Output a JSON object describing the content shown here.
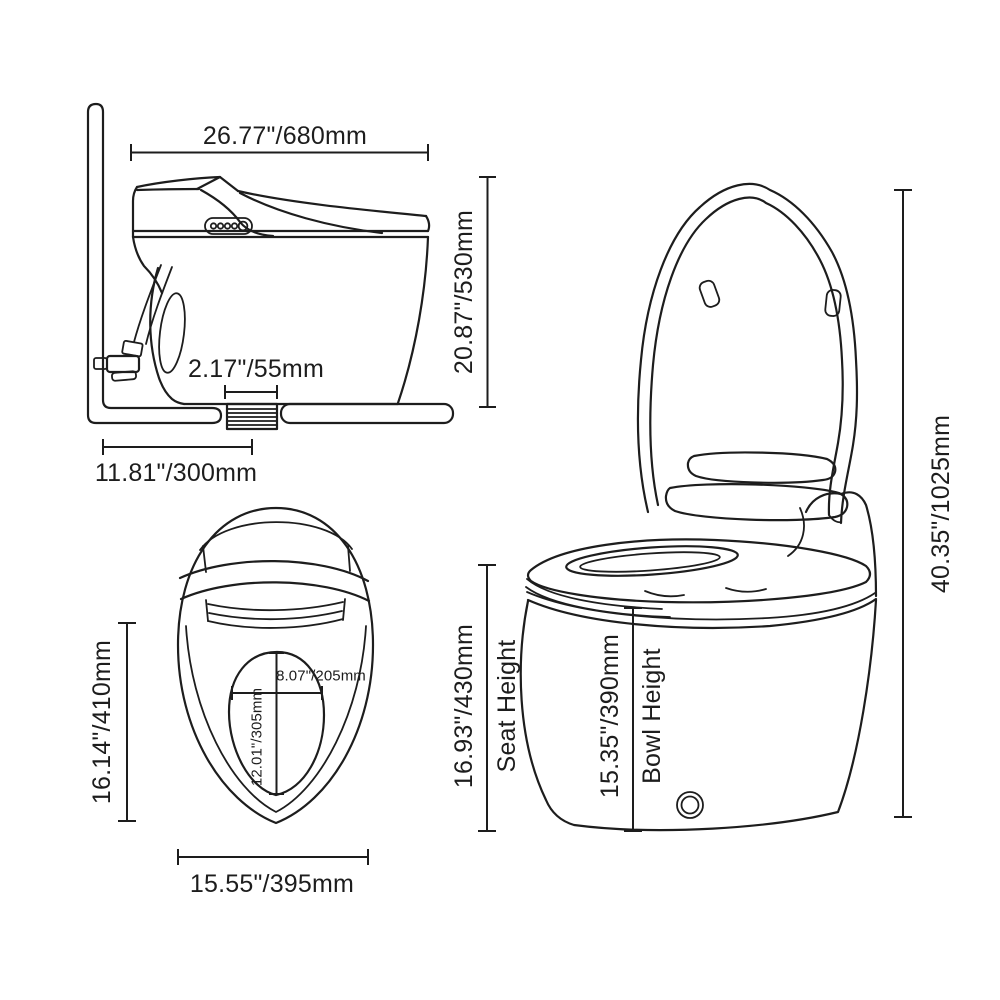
{
  "colors": {
    "line": "#1d1d1d",
    "background": "#ffffff"
  },
  "side_view": {
    "overall_width": "26.77\"/680mm",
    "overall_height": "20.87\"/530mm",
    "outlet_width": "2.17\"/55mm",
    "rough_in": "11.81\"/300mm"
  },
  "top_view": {
    "overall_depth": "16.14\"/410mm",
    "overall_width": "15.55\"/395mm",
    "bowl_width": "8.07\"/205mm",
    "bowl_depth": "12.01\"/305mm"
  },
  "perspective_view": {
    "seat_height": "16.93\"/430mm",
    "seat_height_label": "Seat Height",
    "bowl_height": "15.35\"/390mm",
    "bowl_height_label": "Bowl Height",
    "open_lid_height": "40.35\"/1025mm"
  }
}
